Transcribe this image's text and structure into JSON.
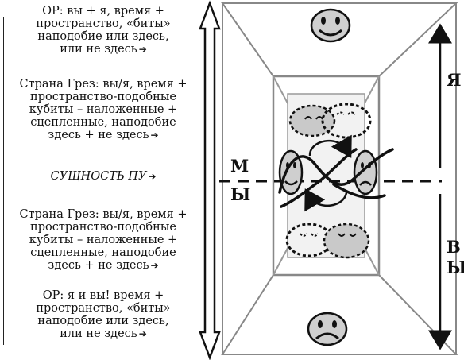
{
  "blocks": {
    "op_top": {
      "lines": [
        "ОР: вы + я, время +",
        "пространство, «биты»",
        "наподобие или здесь,",
        "или не здесь"
      ],
      "arrow": "➔"
    },
    "dream_top": {
      "lines": [
        "Страна Грез: вы/я, время +",
        "пространство-подобные",
        "кубиты – наложенные +",
        "сцепленные, наподобие",
        "здесь + не здесь"
      ],
      "arrow": "➔"
    },
    "essence": {
      "lines": [
        "СУЩНОСТЬ ПУ"
      ],
      "arrow": "➔"
    },
    "dream_bottom": {
      "lines": [
        "Страна Грез: вы/я, время +",
        "пространство-подобные",
        "кубиты – наложенные +",
        "сцепленные, наподобие",
        "здесь + не здесь"
      ],
      "arrow": "➔"
    },
    "op_bottom": {
      "lines": [
        "ОР: я и вы! время +",
        "пространство, «биты»",
        "наподобие или здесь,",
        "или не здесь"
      ],
      "arrow": "➔"
    }
  },
  "side_labels": {
    "ya": "Я",
    "vy": [
      "В",
      "Ы"
    ],
    "my": [
      "М",
      "Ы"
    ]
  },
  "faces": {
    "top": "happy-face",
    "bottom": "sad-face",
    "center_left": "smiling-face",
    "center_right": "frowning-face"
  }
}
